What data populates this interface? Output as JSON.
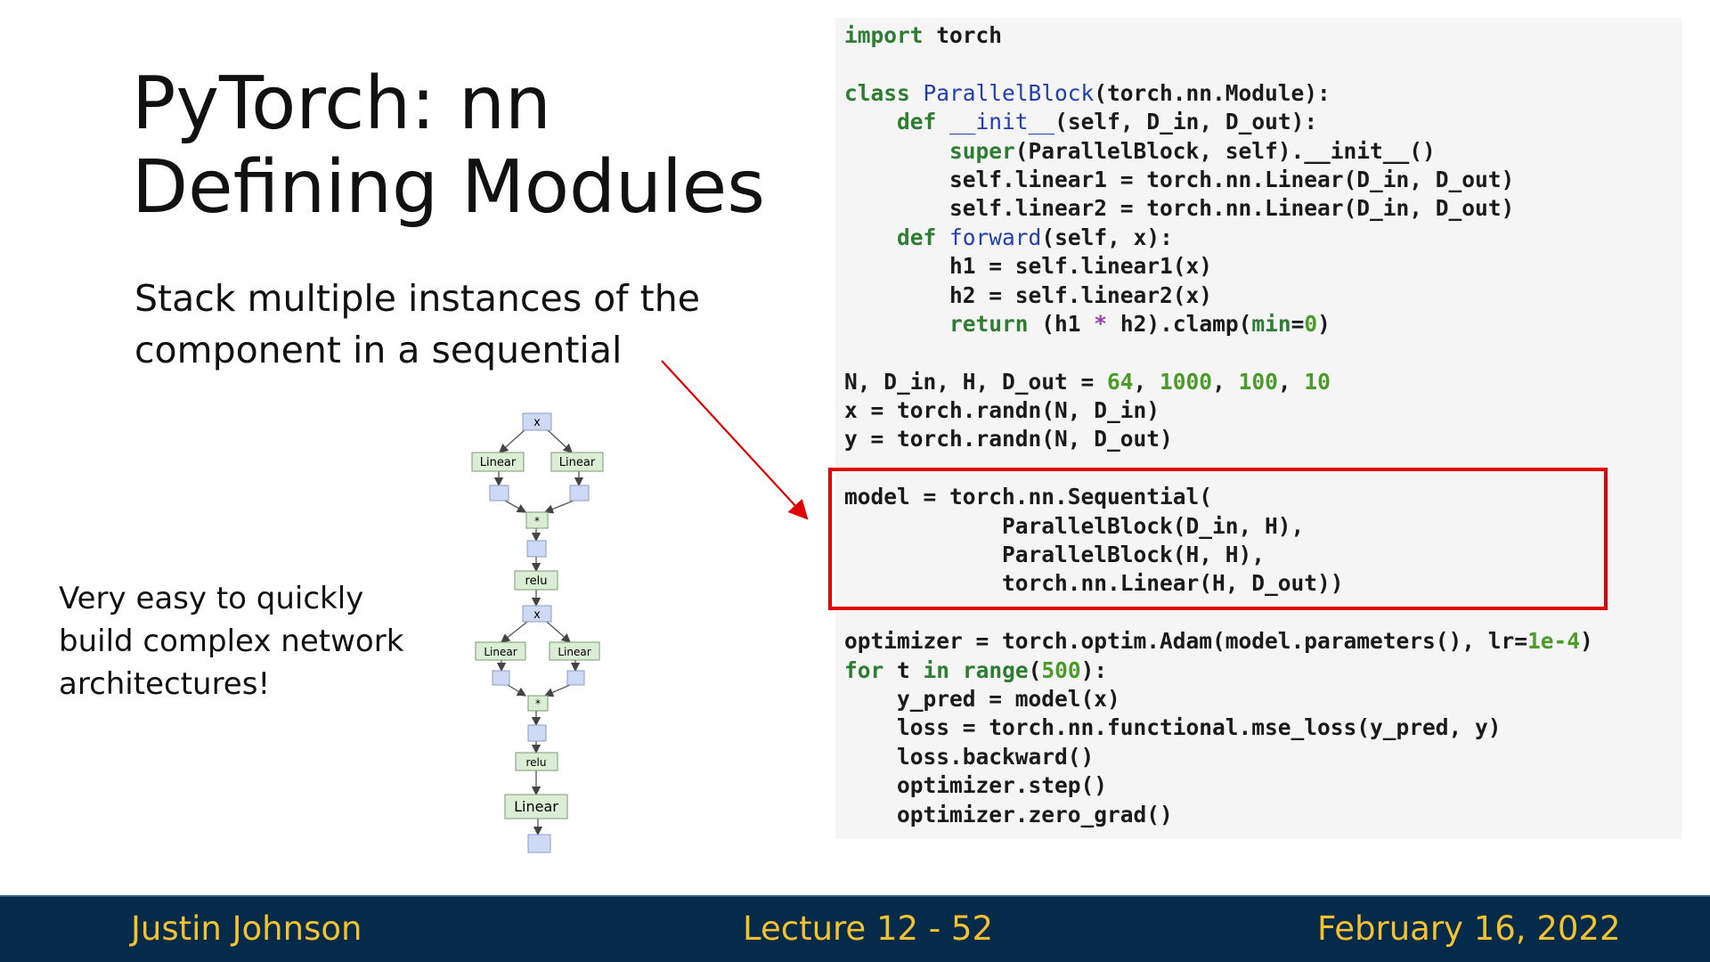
{
  "title": {
    "line1": "PyTorch: nn",
    "line2": "Defining Modules"
  },
  "subtitle": {
    "line1": "Stack multiple instances of the",
    "line2": "component in a sequential"
  },
  "note": {
    "line1": "Very easy to quickly",
    "line2": "build complex network",
    "line3": "architectures!"
  },
  "code_lines": [
    [
      [
        "kw",
        "import"
      ],
      [
        "t",
        " torch"
      ]
    ],
    [],
    [
      [
        "kw",
        "class"
      ],
      [
        "t",
        " "
      ],
      [
        "fn",
        "ParallelBlock"
      ],
      [
        "t",
        "(torch.nn.Module):"
      ]
    ],
    [
      [
        "t",
        "    "
      ],
      [
        "kw",
        "def"
      ],
      [
        "t",
        " "
      ],
      [
        "fn",
        "__init__"
      ],
      [
        "t",
        "(self, D_in, D_out):"
      ]
    ],
    [
      [
        "t",
        "        "
      ],
      [
        "kw",
        "super"
      ],
      [
        "t",
        "(ParallelBlock, self).__init__()"
      ]
    ],
    [
      [
        "t",
        "        self.linear1 = torch.nn.Linear(D_in, D_out)"
      ]
    ],
    [
      [
        "t",
        "        self.linear2 = torch.nn.Linear(D_in, D_out)"
      ]
    ],
    [
      [
        "t",
        "    "
      ],
      [
        "kw",
        "def"
      ],
      [
        "t",
        " "
      ],
      [
        "fn",
        "forward"
      ],
      [
        "t",
        "(self, x):"
      ]
    ],
    [
      [
        "t",
        "        h1 = self.linear1(x)"
      ]
    ],
    [
      [
        "t",
        "        h2 = self.linear2(x)"
      ]
    ],
    [
      [
        "t",
        "        "
      ],
      [
        "kw",
        "return"
      ],
      [
        "t",
        " (h1 "
      ],
      [
        "op",
        "*"
      ],
      [
        "t",
        " h2).clamp("
      ],
      [
        "kw",
        "min"
      ],
      [
        "t",
        "="
      ],
      [
        "num",
        "0"
      ],
      [
        "t",
        ")"
      ]
    ],
    [],
    [
      [
        "t",
        "N, D_in, H, D_out = "
      ],
      [
        "num",
        "64"
      ],
      [
        "t",
        ", "
      ],
      [
        "num",
        "1000"
      ],
      [
        "t",
        ", "
      ],
      [
        "num",
        "100"
      ],
      [
        "t",
        ", "
      ],
      [
        "num",
        "10"
      ]
    ],
    [
      [
        "t",
        "x = torch.randn(N, D_in)"
      ]
    ],
    [
      [
        "t",
        "y = torch.randn(N, D_out)"
      ]
    ],
    [],
    [
      [
        "t",
        "model = torch.nn.Sequential("
      ]
    ],
    [
      [
        "t",
        "            ParallelBlock(D_in, H),"
      ]
    ],
    [
      [
        "t",
        "            ParallelBlock(H, H),"
      ]
    ],
    [
      [
        "t",
        "            torch.nn.Linear(H, D_out))"
      ]
    ],
    [],
    [
      [
        "t",
        "optimizer = torch.optim.Adam(model.parameters(), lr="
      ],
      [
        "num",
        "1e-4"
      ],
      [
        "t",
        ")"
      ]
    ],
    [
      [
        "kw",
        "for"
      ],
      [
        "t",
        " t "
      ],
      [
        "kw",
        "in"
      ],
      [
        "t",
        " "
      ],
      [
        "kw",
        "range"
      ],
      [
        "t",
        "("
      ],
      [
        "num",
        "500"
      ],
      [
        "t",
        "):"
      ]
    ],
    [
      [
        "t",
        "    y_pred = model(x)"
      ]
    ],
    [
      [
        "t",
        "    loss = torch.nn.functional.mse_loss(y_pred, y)"
      ]
    ],
    [
      [
        "t",
        "    loss.backward()"
      ]
    ],
    [
      [
        "t",
        "    optimizer.step()"
      ]
    ],
    [
      [
        "t",
        "    optimizer.zero_grad()"
      ]
    ]
  ],
  "diagram": {
    "x1": "x",
    "linear_a": "Linear",
    "linear_b": "Linear",
    "mul1": "*",
    "relu1": "relu",
    "x2": "x",
    "linear_c": "Linear",
    "linear_d": "Linear",
    "mul2": "*",
    "relu2": "relu",
    "linear_final": "Linear"
  },
  "colors": {
    "highlight": "#e00000",
    "arrow": "#e00000",
    "footer_bg": "#062a4a",
    "footer_text": "#f2c230",
    "keyword": "#2e7d32",
    "function": "#1f3fb0",
    "number": "#4c9a2a"
  },
  "footer": {
    "author": "Justin Johnson",
    "lecture": "Lecture 12 -  52",
    "date": "February 16, 2022"
  }
}
